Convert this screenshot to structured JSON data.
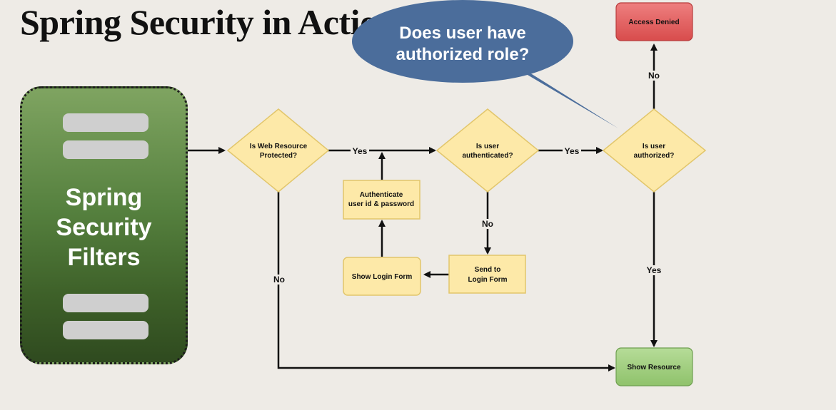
{
  "slide": {
    "title": "Spring Security in Action"
  },
  "filters_panel": {
    "label_lines": [
      "Spring",
      "Security",
      "Filters"
    ]
  },
  "callout": {
    "lines": [
      "Does user have",
      "authorized role?"
    ]
  },
  "nodes": {
    "is_protected": {
      "lines": [
        "Is Web Resource",
        "Protected?"
      ]
    },
    "is_authenticated": {
      "lines": [
        "Is user",
        "authenticated?"
      ]
    },
    "is_authorized": {
      "lines": [
        "Is user",
        "authorized?"
      ]
    },
    "authenticate": {
      "lines": [
        "Authenticate",
        "user id & password"
      ]
    },
    "show_login_form": {
      "lines": [
        "Show Login Form"
      ]
    },
    "send_to_login_form": {
      "lines": [
        "Send to",
        "Login Form"
      ]
    },
    "access_denied": {
      "lines": [
        "Access Denied"
      ]
    },
    "show_resource": {
      "lines": [
        "Show Resource"
      ]
    }
  },
  "edge_labels": {
    "protected_yes": "Yes",
    "authenticated_yes": "Yes",
    "authenticated_no": "No",
    "authorized_no": "No",
    "authorized_yes": "Yes",
    "protected_no": "No"
  },
  "colors": {
    "decision_fill": "#fde9a8",
    "decision_stroke": "#e2c66b",
    "process_fill": "#fde9a8",
    "denied_fill": "#e25c5c",
    "resource_fill": "#9ccb7b",
    "callout_fill": "#4b6d9b"
  }
}
